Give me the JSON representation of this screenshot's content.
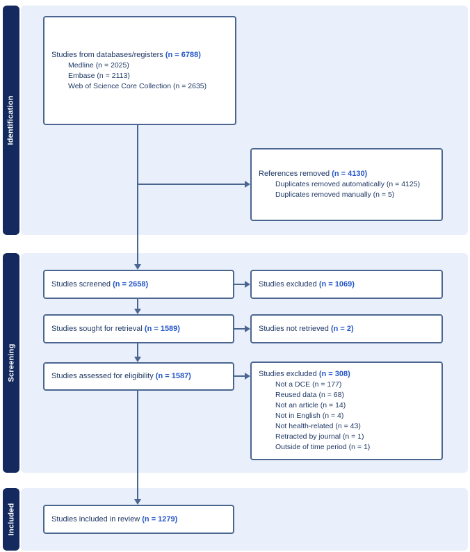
{
  "colors": {
    "sidebar_navy": "#14295e",
    "section_panel_blue": "#e9effb",
    "box_border_slate": "#4a6690",
    "arrow_slate": "#4a6690",
    "text_navy": "#1f3864",
    "count_blue": "#2456c8",
    "box_fill": "#ffffff"
  },
  "sidebar": {
    "identification_label": "Identification",
    "screening_label": "Screening",
    "included_label": "Included"
  },
  "boxes": {
    "databases": {
      "label": "Studies from databases/registers ",
      "count": "(n = 6788)",
      "items": [
        "Medline (n = 2025)",
        "Embase (n = 2113)",
        "Web of Science Core Collection (n = 2635)"
      ]
    },
    "references_removed": {
      "label": "References removed ",
      "count": "(n = 4130)",
      "items": [
        "Duplicates removed automatically (n = 4125)",
        "Duplicates removed manually (n = 5)"
      ]
    },
    "screened": {
      "label": "Studies screened ",
      "count": "(n = 2658)"
    },
    "excluded_screening": {
      "label": "Studies excluded ",
      "count": "(n = 1069)"
    },
    "sought": {
      "label": "Studies sought for retrieval ",
      "count": "(n = 1589)"
    },
    "not_retrieved": {
      "label": "Studies not retrieved ",
      "count": "(n = 2)"
    },
    "assessed": {
      "label": "Studies assessed for eligibility ",
      "count": "(n = 1587)"
    },
    "excluded_eligibility": {
      "label": "Studies excluded ",
      "count": "(n = 308)",
      "items": [
        "Not a DCE (n = 177)",
        "Reused data (n = 68)",
        "Not an article (n = 14)",
        "Not in English (n = 4)",
        "Not health-related (n = 43)",
        "Retracted by journal (n = 1)",
        "Outside of time period (n = 1)"
      ]
    },
    "included_review": {
      "label": "Studies included in review ",
      "count": "(n = 1279)"
    }
  }
}
